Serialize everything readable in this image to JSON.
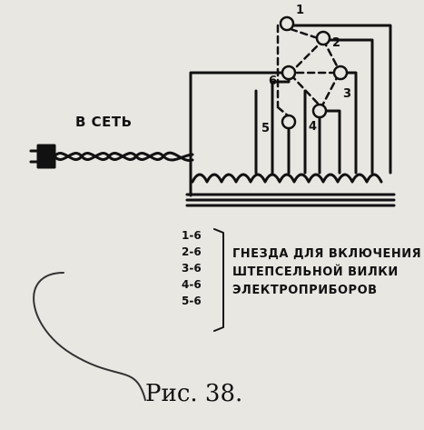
{
  "diagram": {
    "mains_label": "В СЕТЬ",
    "socket_numbers": [
      "1",
      "2",
      "3",
      "4",
      "5",
      "6"
    ],
    "legend_items": [
      "1-6",
      "2-6",
      "3-6",
      "4-6",
      "5-6"
    ],
    "legend_text_lines": [
      "ГНЕЗДА ДЛЯ ВКЛЮЧЕНИЯ",
      "ШТЕПСЕЛЬНОЙ ВИЛКИ",
      "ЭЛЕКТРОПРИБОРОВ"
    ]
  },
  "caption": "Рис.  38."
}
